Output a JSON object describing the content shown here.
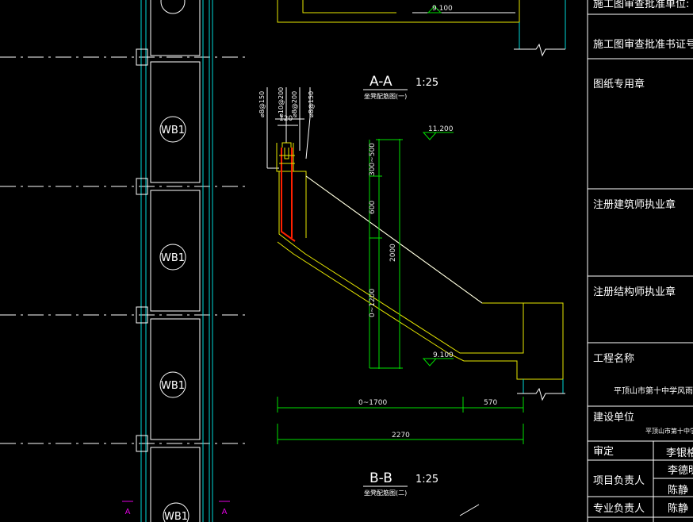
{
  "plan": {
    "panel_label": "WB1",
    "axis_marker": "A"
  },
  "section_aa": {
    "title": "A-A",
    "scale": "1:25",
    "subtitle": "坐凳配筋图(一)",
    "rebar_labels": [
      "⌀8@150",
      "⌀10@200",
      "⌀8@200",
      "⌀8@150"
    ],
    "dim_120": "120",
    "dim_300_500": "300~500",
    "dim_600": "600",
    "dim_2000": "2000",
    "dim_0_1200": "0~1200",
    "dim_0_1700": "0~1700",
    "dim_570": "570",
    "dim_2270": "2270",
    "elev_top": "11.200",
    "elev_bottom": "9.100",
    "elev_upper": "9.100"
  },
  "section_bb": {
    "title": "B-B",
    "scale": "1:25",
    "subtitle": "坐凳配筋图(二)"
  },
  "title_block": {
    "approval_unit": "施工图审查批准单位:",
    "approval_cert": "施工图审查批准书证号:",
    "drawing_seal": "图纸专用章",
    "architect_seal": "注册建筑师执业章",
    "structural_seal": "注册结构师执业章",
    "project_name_label": "工程名称",
    "project_name": "平顶山市第十中学风雨",
    "client_label": "建设单位",
    "client_name": "平顶山市第十中学",
    "review_label": "审定",
    "review_name": "李银格",
    "pm_label": "项目负责人",
    "pm_name_1": "李德明",
    "pm_name_2": "陈静",
    "discipline_label": "专业负责人",
    "discipline_name": "陈静"
  },
  "colors": {
    "background": "#000000",
    "cyan": "#00d8d8",
    "white": "#ffffff",
    "yellow": "#e8e800",
    "green": "#00e000",
    "red": "#ff2000",
    "magenta": "#e000e0"
  }
}
